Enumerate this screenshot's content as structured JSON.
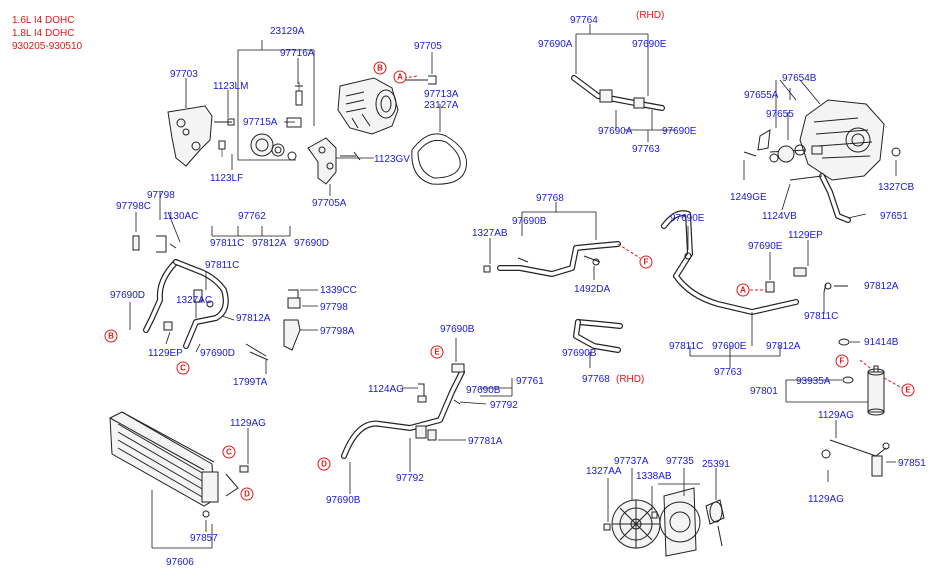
{
  "header": {
    "lines": [
      "1.6L I4 DOHC",
      "1.8L I4 DOHC",
      "930205-930510"
    ],
    "rhd_top": "(RHD)",
    "rhd_mid": "(RHD)"
  },
  "labels": {
    "l23129A": "23129A",
    "l97716A": "97716A",
    "l97705": "97705",
    "l97703": "97703",
    "l1123LM": "1123LM",
    "l97715A": "97715A",
    "l97713A": "97713A",
    "l23127A": "23127A",
    "l1123GV": "1123GV",
    "l1123LF": "1123LF",
    "l97705A": "97705A",
    "l97764": "97764",
    "l97690A_t": "97690A",
    "l97690E_t": "97690E",
    "l97690A_b": "97690A",
    "l97690E_b": "97690E",
    "l97763_t": "97763",
    "l97654B": "97654B",
    "l97655A": "97655A",
    "l97655": "97655",
    "l1249GE": "1249GE",
    "l1327CB": "1327CB",
    "l1124VB": "1124VB",
    "l97651": "97651",
    "l97798": "97798",
    "l97798C": "97798C",
    "l1130AC": "1130AC",
    "l97762": "97762",
    "l97811C_a": "97811C",
    "l97812A_a": "97812A",
    "l97690D_a": "97690D",
    "l97811C_b": "97811C",
    "l97690D_b": "97690D",
    "l1327AC": "1327AC",
    "l97812A_b": "97812A",
    "l1129EP_l": "1129EP",
    "l97690D_c": "97690D",
    "l1339CC": "1339CC",
    "l97798_b": "97798",
    "l97798A": "97798A",
    "l1799TA": "1799TA",
    "l97768_t": "97768",
    "l1327AB": "1327AB",
    "l97690B_a": "97690B",
    "l1492DA": "1492DA",
    "l97690E_m": "97690E",
    "l97690E_n": "97690E",
    "l1129EP_r": "1129EP",
    "l97812A_c": "97812A",
    "l97811C_c": "97811C",
    "l91414B": "91414B",
    "l97690B_m": "97690B",
    "l97768_m": "97768",
    "l97811C_d": "97811C",
    "l97690E_d": "97690E",
    "l97812A_d": "97812A",
    "l97763_m": "97763",
    "l97690B_e": "97690B",
    "l97761": "97761",
    "l1124AG": "1124AG",
    "l97690B_f": "97690B",
    "l97792_a": "97792",
    "l97781A": "97781A",
    "l97792_b": "97792",
    "l97690B_g": "97690B",
    "l93935A": "93935A",
    "l97801": "97801",
    "l1129AG_r": "1129AG",
    "l97851": "97851",
    "l1129AG_b": "1129AG",
    "l1129AG_l": "1129AG",
    "l97857": "97857",
    "l97606": "97606",
    "l97737A": "97737A",
    "l97735": "97735",
    "l25391": "25391",
    "l1327AA": "1327AA",
    "l1338AB": "1338AB"
  },
  "refs": {
    "A": "A",
    "B": "B",
    "C": "C",
    "D": "D",
    "E": "E",
    "F": "F"
  }
}
